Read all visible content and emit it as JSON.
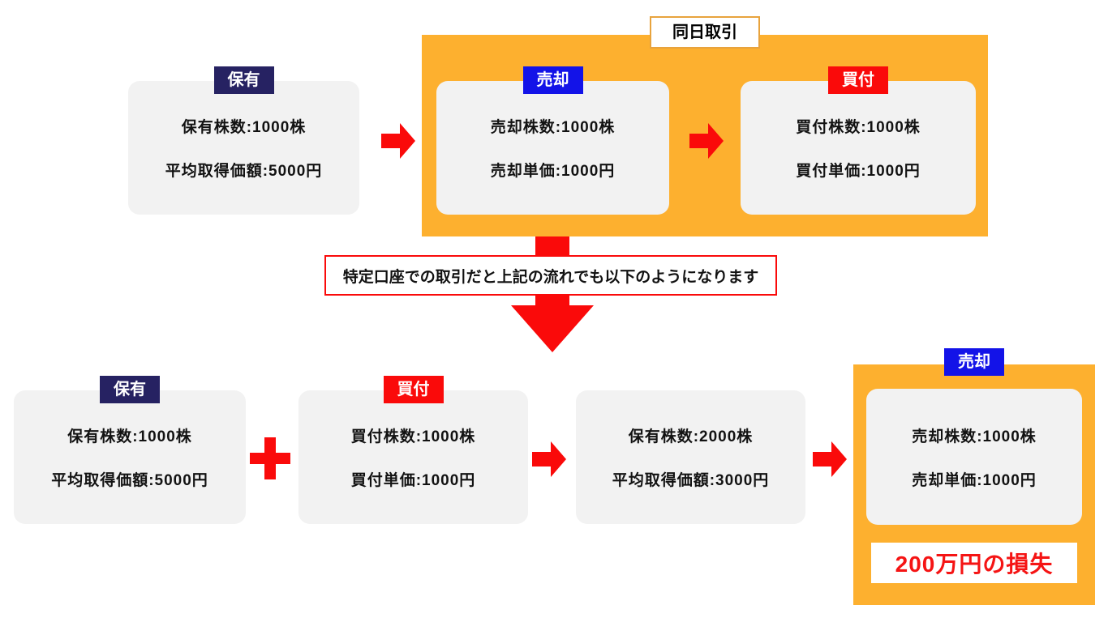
{
  "colors": {
    "orange": "#FDB02F",
    "gray": "#F2F2F2",
    "navy": "#262262",
    "blue": "#1313E8",
    "red": "#FA0A0A",
    "loss-red": "#F51414",
    "title-border": "#E8A33D"
  },
  "top": {
    "hold_box": {
      "label": "保有",
      "line1": "保有株数:1000株",
      "line2": "平均取得価額:5000円"
    },
    "same_day": {
      "title": "同日取引",
      "sell_box": {
        "label": "売却",
        "line1": "売却株数:1000株",
        "line2": "売却単価:1000円"
      },
      "buy_box": {
        "label": "買付",
        "line1": "買付株数:1000株",
        "line2": "買付単価:1000円"
      }
    }
  },
  "middle": {
    "note": "特定口座での取引だと上記の流れでも以下のようになります"
  },
  "bottom": {
    "hold_box": {
      "label": "保有",
      "line1": "保有株数:1000株",
      "line2": "平均取得価額:5000円"
    },
    "buy_box": {
      "label": "買付",
      "line1": "買付株数:1000株",
      "line2": "買付単価:1000円"
    },
    "result_box": {
      "line1": "保有株数:2000株",
      "line2": "平均取得価額:3000円"
    },
    "sell_group": {
      "label": "売却",
      "sell_box": {
        "line1": "売却株数:1000株",
        "line2": "売却単価:1000円"
      },
      "loss": "200万円の損失"
    }
  }
}
